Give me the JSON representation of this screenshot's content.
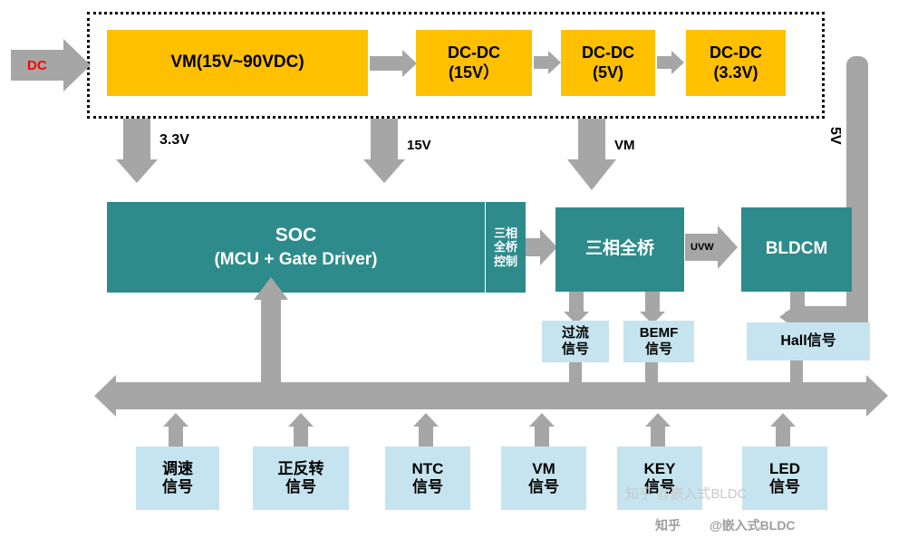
{
  "diagram": {
    "title": "BLDC Motor Drive System Block Diagram",
    "type": "block-diagram",
    "colors": {
      "power_block": "#FFC000",
      "core_block": "#2E8B8B",
      "signal_block": "#C5E4EF",
      "arrow": "#A6A6A6",
      "frame": "#000000",
      "dc_label": "#FF0000"
    },
    "input": {
      "label": "DC"
    },
    "power_stage": {
      "vm": "VM(15V~90VDC)",
      "dcdc": [
        {
          "line1": "DC-DC",
          "line2": "(15V）"
        },
        {
          "line1": "DC-DC",
          "line2": "(5V)"
        },
        {
          "line1": "DC-DC",
          "line2": "(3.3V)"
        }
      ]
    },
    "rail_labels": {
      "r33": "3.3V",
      "r15": "15V",
      "rvm": "VM",
      "r5": "5V"
    },
    "soc": {
      "line1": "SOC",
      "line2": "(MCU + Gate Driver)"
    },
    "bridge_control": {
      "line1": "三相",
      "line2": "全桥",
      "line3": "控制"
    },
    "bridge": {
      "label": "三相全桥"
    },
    "uvw": {
      "label": "UVW"
    },
    "motor": {
      "label": "BLDCM"
    },
    "feedback": [
      {
        "line1": "过流",
        "line2": "信号"
      },
      {
        "line1": "BEMF",
        "line2": "信号"
      }
    ],
    "hall": {
      "label": "Hall信号"
    },
    "inputs": [
      {
        "line1": "调速",
        "line2": "信号"
      },
      {
        "line1": "正反转",
        "line2": "信号"
      },
      {
        "line1": "NTC",
        "line2": "信号"
      },
      {
        "line1": "VM",
        "line2": "信号"
      },
      {
        "line1": "KEY",
        "line2": "信号"
      },
      {
        "line1": "LED",
        "line2": "信号"
      }
    ],
    "watermarks": {
      "zhihu": "知乎",
      "user": "@嵌入式BLDC",
      "faint": "知乎 @嵌入式BLDC"
    }
  }
}
